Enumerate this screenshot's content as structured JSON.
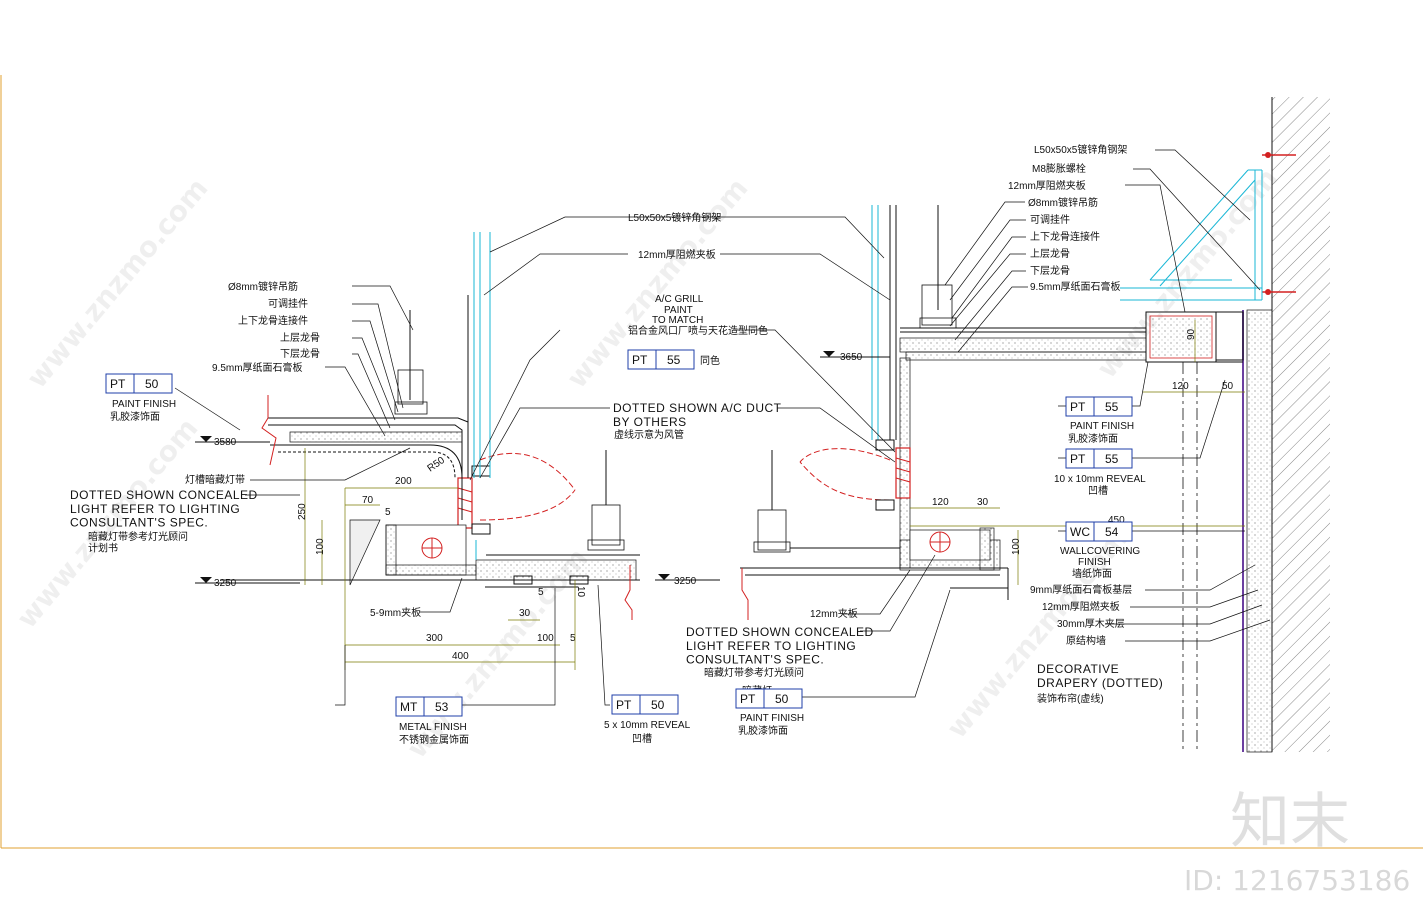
{
  "watermark": {
    "site": "www.znzmo.com",
    "brand_cn": "知末",
    "id_label": "ID: 1216753186"
  },
  "colors": {
    "linework": "#111111",
    "structure_cyan": "#19b7d6",
    "duct_red": "#d32020",
    "dimension_olive": "#7a7a00",
    "tag_border": "#1f3fa8",
    "wall_hatch": "#888888",
    "frame_orange": "#e0a030"
  },
  "levels": {
    "left_top": "3580",
    "left_bottom": "3250",
    "mid_bottom": "3250",
    "right_top": "3650"
  },
  "left_callouts": {
    "angle_steel": "L50x50x5镀锌角钢架",
    "fire_board": "12mm厚阻燃夹板",
    "hanger_rod": "Ø8mm镀锌吊筋",
    "adjust_piece": "可调挂件",
    "connector": "上下龙骨连接件",
    "upper_keel": "上层龙骨",
    "lower_keel": "下层龙骨",
    "gypsum": "9.5mm厚纸面石膏板",
    "lamp_trough": "灯槽暗藏灯带"
  },
  "right_callouts": {
    "angle_steel": "L50x50x5镀锌角钢架",
    "expansion_bolt": "M8膨胀螺栓",
    "fire_board": "12mm厚阻燃夹板",
    "hanger_rod": "Ø8mm镀锌吊筋",
    "adjust_piece": "可调挂件",
    "connector": "上下龙骨连接件",
    "upper_keel": "上层龙骨",
    "lower_keel": "下层龙骨",
    "gypsum": "9.5mm厚纸面石膏板",
    "board_base": "9mm厚纸面石膏板基层",
    "fire_board_2": "12mm厚阻燃夹板",
    "wood_layer": "30mm厚木夹层",
    "wall": "原结构墙"
  },
  "tags": {
    "pt50_left": {
      "code": "PT",
      "num": "50",
      "en": "PAINT FINISH",
      "cn": "乳胶漆饰面"
    },
    "pt55_mid": {
      "code": "PT",
      "num": "55",
      "en": "A/C GRILL\nPAINT\nTO MATCH",
      "note": "铝合金风口厂喷与天花造型同色",
      "suffix": "同色"
    },
    "mt53": {
      "code": "MT",
      "num": "53",
      "en": "METAL FINISH",
      "cn": "不锈钢金属饰面"
    },
    "pt50_reveal": {
      "code": "PT",
      "num": "50",
      "en": "5 x 10mm REVEAL",
      "cn": "凹槽"
    },
    "pt50_bottom": {
      "code": "PT",
      "num": "50",
      "en": "PAINT FINISH",
      "cn": "乳胶漆饰面"
    },
    "pt55_right": {
      "code": "PT",
      "num": "55",
      "en": "PAINT FINISH",
      "cn": "乳胶漆饰面"
    },
    "pt55_reveal": {
      "code": "PT",
      "num": "55",
      "en": "10 x 10mm REVEAL",
      "cn": "凹槽"
    },
    "wc54": {
      "code": "WC",
      "num": "54",
      "en": "WALLCOVERING\nFINISH",
      "cn": "墙纸饰面"
    }
  },
  "notes": {
    "duct_en": "DOTTED SHOWN A/C DUCT\nBY OTHERS",
    "duct_cn": "虚线示意为风管",
    "light_left_en": "DOTTED SHOWN CONCEALED\nLIGHT REFER TO LIGHTING\nCONSULTANT'S SPEC.",
    "light_left_cn": "暗藏灯带参考灯光顾问\n计划书",
    "light_right_en": "DOTTED SHOWN CONCEALED\nLIGHT REFER TO LIGHTING\nCONSULTANT'S SPEC.",
    "light_right_cn": "暗藏灯带参考灯光顾问",
    "fire_board_5": "5-9mm夹板",
    "fire_board_12": "12mm夹板",
    "drapery_en": "DECORATIVE\nDRAPERY (DOTTED)",
    "drapery_cn": "装饰布帘(虚线)",
    "lamp_label": "暗藏灯"
  },
  "dims": {
    "r50": "R50",
    "d200": "200",
    "d70": "70",
    "d5a": "5",
    "d250": "250",
    "d100a": "100",
    "d30": "30",
    "d5b": "5",
    "d10": "10",
    "d300": "300",
    "d100b": "100",
    "d5c": "5",
    "d400": "400",
    "d120a": "120",
    "d30b": "30",
    "d450": "450",
    "d100c": "100",
    "d90": "90",
    "d120b": "120",
    "d50": "50"
  }
}
